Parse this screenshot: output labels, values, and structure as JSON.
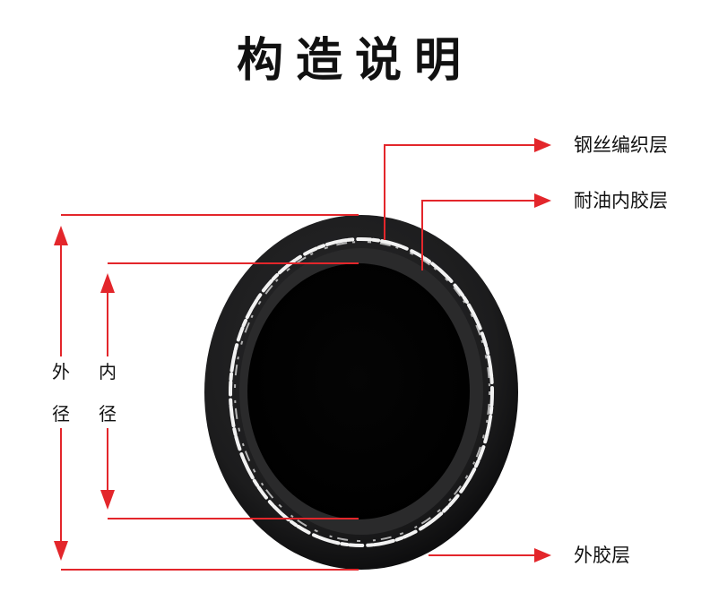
{
  "title": "构造说明",
  "labels": {
    "steel_wire_layer": "钢丝编织层",
    "inner_rubber_layer": "耐油内胶层",
    "outer_rubber_layer": "外胶层"
  },
  "dimensions": {
    "outer_diameter_top": "外",
    "outer_diameter_bottom": "径",
    "inner_diameter_top": "内",
    "inner_diameter_bottom": "径"
  },
  "colors": {
    "annotation_red": "#e3262b",
    "hose_black": "#1b1b1c",
    "braid_white": "#f2f2f2"
  }
}
